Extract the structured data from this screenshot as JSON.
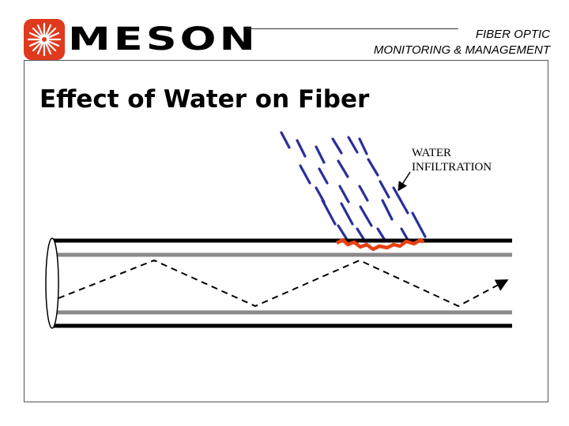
{
  "brand": {
    "name": "MESON",
    "logo_icon": "starburst-icon",
    "logo_color": "#e03a1e"
  },
  "header": {
    "line1": "FIBER OPTIC",
    "line2": "MONITORING & MANAGEMENT"
  },
  "slide": {
    "title": "Effect of Water on Fiber"
  },
  "diagram": {
    "callout_line1": "WATER",
    "callout_line2": "INFILTRATION",
    "colors": {
      "water_streaks": "#2b2f9a",
      "damage": "#e84010",
      "cladding": "#000000",
      "core": "#8a8a8a",
      "light_path": "#000000"
    }
  }
}
